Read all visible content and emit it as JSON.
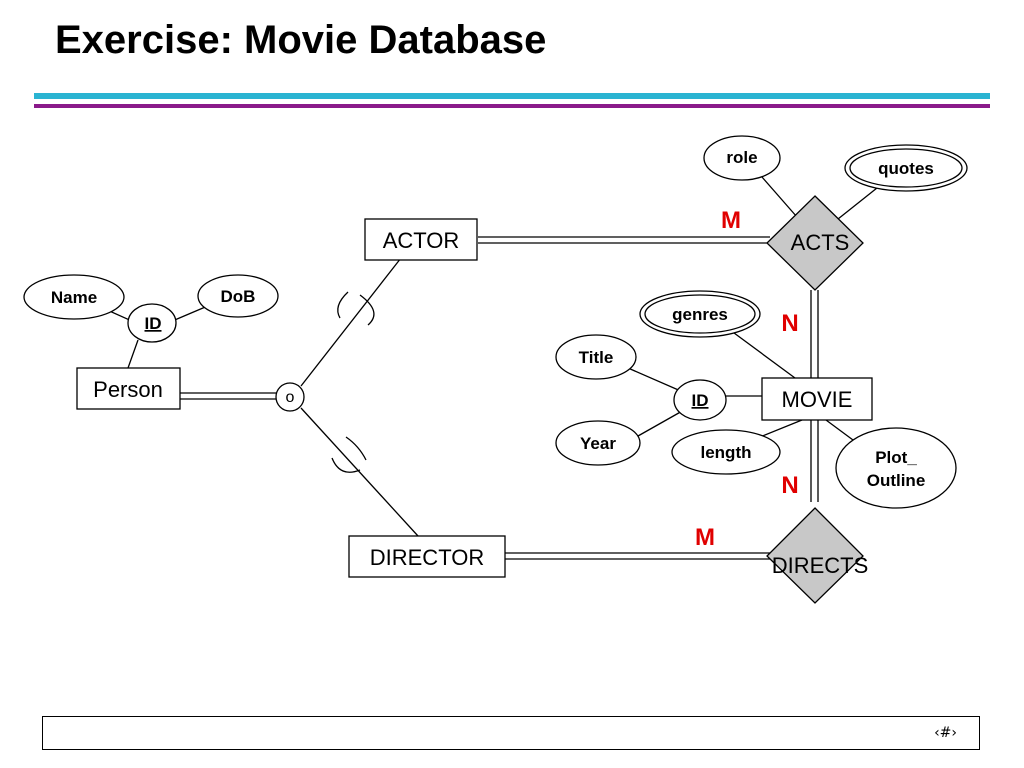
{
  "slide": {
    "title": "Exercise: Movie Database",
    "footer_page": "‹#›"
  },
  "colors": {
    "rule_top": "#2ab4d2",
    "rule_bottom": "#8a1a8a",
    "cardinality": "#e00000",
    "relationship_fill": "#c8c8c8"
  },
  "entities": {
    "person": "Person",
    "actor": "ACTOR",
    "director": "DIRECTOR",
    "movie": "MOVIE"
  },
  "relationships": {
    "acts": "ACTS",
    "directs": "DIRECTS"
  },
  "attributes": {
    "person_name": "Name",
    "person_dob": "DoB",
    "person_id": "ID",
    "acts_role": "role",
    "acts_quotes": "quotes",
    "movie_genres": "genres",
    "movie_title": "Title",
    "movie_id": "ID",
    "movie_year": "Year",
    "movie_length": "length",
    "movie_plot_line1": "Plot_",
    "movie_plot_line2": "Outline"
  },
  "specialization": {
    "symbol": "o"
  },
  "cardinalities": {
    "actor_acts": "M",
    "movie_acts": "N",
    "movie_directs": "N",
    "director_directs": "M"
  }
}
